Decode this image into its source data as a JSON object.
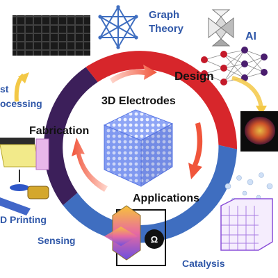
{
  "labels": {
    "graph_theory_line1": "Graph",
    "graph_theory_line2": "Theory",
    "ai": "AI",
    "design": "Design",
    "center_title": "3D Electrodes",
    "fabrication": "Fabrication",
    "applications": "Applications",
    "post_processing_line1": "st",
    "post_processing_line2": "ocessing",
    "printing": "D Printing",
    "sensing": "Sensing",
    "catalysis": "Catalysis",
    "ohm": "Ω"
  },
  "colors": {
    "ring_design": "#d7262b",
    "ring_applications": "#3f6ec0",
    "ring_fabrication": "#3c1f5a",
    "arrow_fill": "#f0553b",
    "label_dark": "#111111",
    "label_blue": "#2f57a8",
    "lattice_blue": "#6d8cf2",
    "catalysis_purple": "#8a4fd8"
  },
  "icons": [
    "graph-theory-star-icon",
    "ai-octahedron-icon",
    "neural-network-icon",
    "sem-lattice-image",
    "printer-nozzle-icon",
    "resistance-meter-icon"
  ]
}
